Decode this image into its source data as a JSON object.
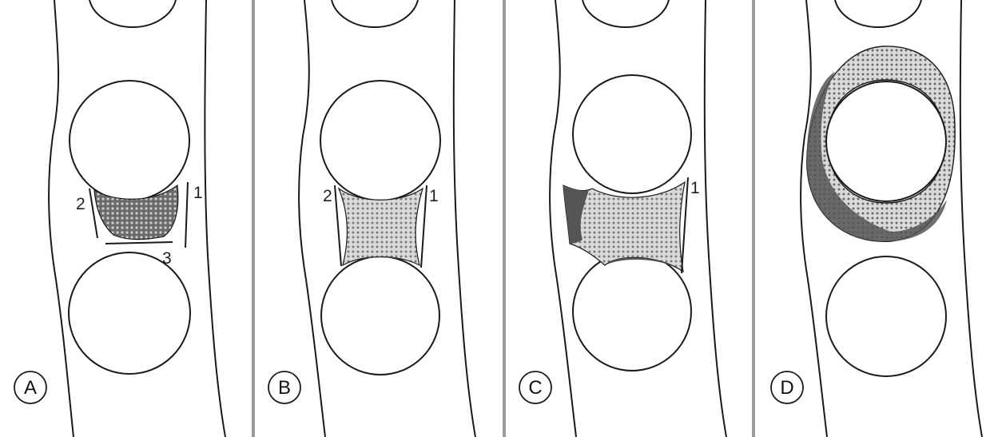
{
  "figure": {
    "panels": [
      {
        "id": "A",
        "badge": "A",
        "markers": [
          "1",
          "2",
          "3"
        ],
        "pattern": "lesion-under-upper-head"
      },
      {
        "id": "B",
        "badge": "B",
        "markers": [
          "1",
          "2"
        ],
        "pattern": "bridge-between-heads"
      },
      {
        "id": "C",
        "badge": "C",
        "markers": [
          "1"
        ],
        "pattern": "bridge-with-lateral-extension"
      },
      {
        "id": "D",
        "badge": "D",
        "markers": [],
        "pattern": "ring-around-upper-head"
      }
    ]
  },
  "colors": {
    "line": "#1a1a1a",
    "dark_fill": "#555555",
    "light_fill": "#d7d7d7",
    "separator": "#9a9a9a",
    "background": "#ffffff"
  }
}
